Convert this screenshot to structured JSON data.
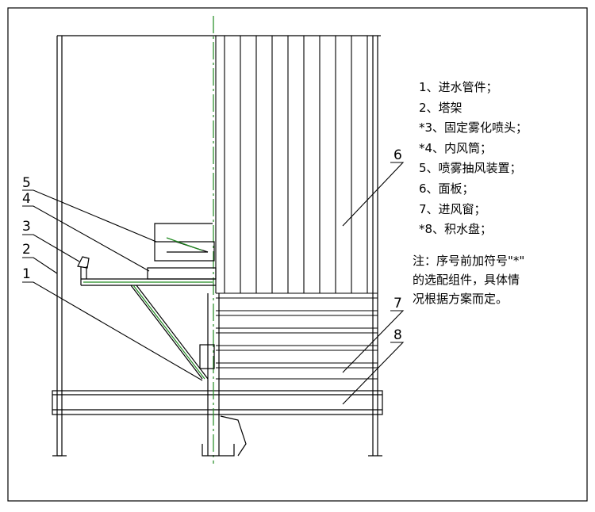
{
  "diagram": {
    "callouts": [
      "1",
      "2",
      "3",
      "4",
      "5",
      "6",
      "7",
      "8"
    ],
    "legend": [
      "1、进水管件；",
      "2、塔架",
      "*3、固定雾化喷头；",
      "*4、内风筒；",
      "5、喷雾抽风装置；",
      "6、面板；",
      "7、进风窗；",
      "*8、积水盘；"
    ],
    "note_lines": [
      "注：序号前加符号\"*\"",
      "的选配组件，具体情",
      "况根据方案而定。"
    ],
    "colors": {
      "line": "#000000",
      "centerline": "#1f8a1f",
      "pipe": "#1f8a1f"
    }
  }
}
